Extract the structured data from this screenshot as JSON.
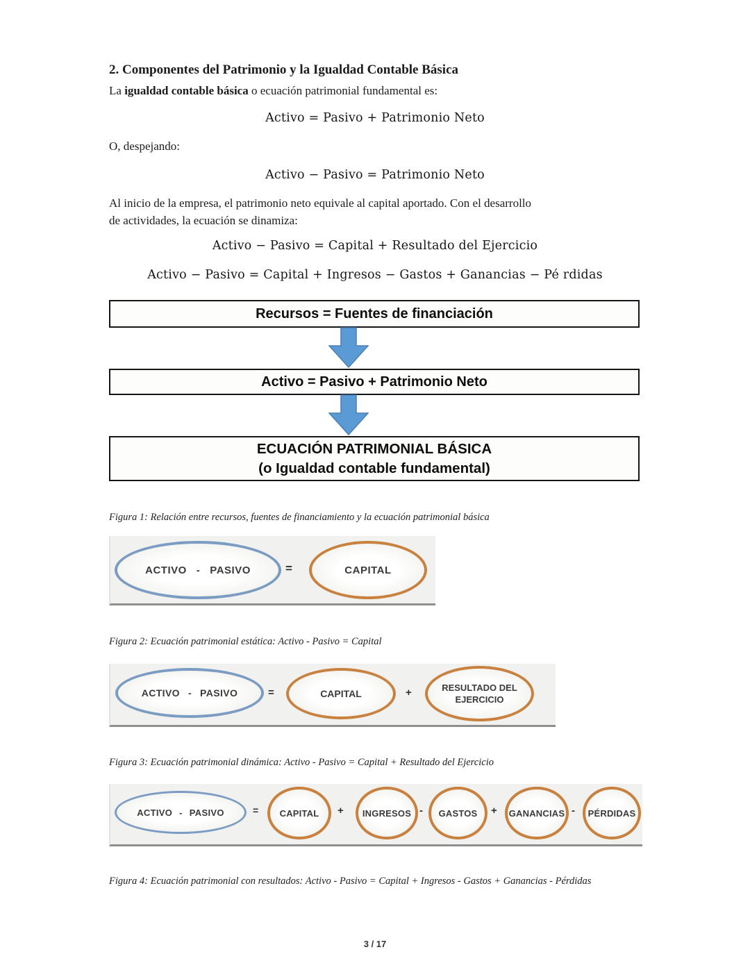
{
  "document": {
    "heading": "2. Componentes del Patrimonio y la Igualdad Contable Básica",
    "intro": {
      "prefix": "La ",
      "bold": "igualdad contable básica",
      "suffix": " o ecuación patrimonial fundamental es:"
    },
    "despejando": "O, despejando:",
    "paragraph": {
      "line1": "Al inicio de la empresa, el patrimonio neto equivale al capital aportado. Con el desarrollo",
      "line2": "de actividades, la ecuación se dinamiza:"
    },
    "equations": {
      "eq1": "Activo = Pasivo + Patrimonio Neto",
      "eq2": "Activo − Pasivo = Patrimonio Neto",
      "eq3": "Activo − Pasivo = Capital + Resultado del Ejercicio",
      "eq4": "Activo − Pasivo = Capital + Ingresos − Gastos + Ganancias − Pé rdidas"
    },
    "page_number": "3 / 17"
  },
  "flowchart": {
    "box1": "Recursos = Fuentes de financiación",
    "box2": "Activo = Pasivo + Patrimonio Neto",
    "box3_line1": "ECUACIÓN PATRIMONIAL BÁSICA",
    "box3_line2": "(o Igualdad contable fundamental)"
  },
  "figures": {
    "fig1_caption": "Figura 1: Relación entre recursos, fuentes de financiamiento y la ecuación patrimonial básica",
    "fig2_caption": "Figura 2: Ecuación patrimonial estática: Activo - Pasivo = Capital",
    "fig3_caption": "Figura 3: Ecuación patrimonial dinámica: Activo - Pasivo = Capital + Resultado del Ejercicio",
    "fig4_caption": "Figura 4: Ecuación patrimonial con resultados: Activo - Pasivo = Capital + Ingresos - Gastos + Ganancias - Pérdidas"
  },
  "diagram1": {
    "activo": "ACTIVO",
    "minus": "-",
    "pasivo": "PASIVO",
    "equals": "=",
    "capital": "CAPITAL"
  },
  "diagram2": {
    "activo": "ACTIVO",
    "minus": "-",
    "pasivo": "PASIVO",
    "equals": "=",
    "capital": "CAPITAL",
    "plus": "+",
    "resultado_line1": "RESULTADO DEL",
    "resultado_line2": "EJERCICIO"
  },
  "diagram3": {
    "activo": "ACTIVO",
    "minus": "-",
    "pasivo": "PASIVO",
    "equals": "=",
    "capital": "CAPITAL",
    "plus1": "+",
    "ingresos": "INGRESOS",
    "minus1": "-",
    "gastos": "GASTOS",
    "plus2": "+",
    "ganancias": "GANANCIAS",
    "minus2": "-",
    "perdidas": "PÉRDIDAS"
  },
  "colors": {
    "blue_ellipse": "#7b9cc2",
    "orange_ellipse": "#c8813f",
    "arrow_fill": "#5b9bd5",
    "arrow_stroke": "#4a7fb5",
    "box_border": "#151515",
    "figure_bg": "#f1f1ef"
  }
}
